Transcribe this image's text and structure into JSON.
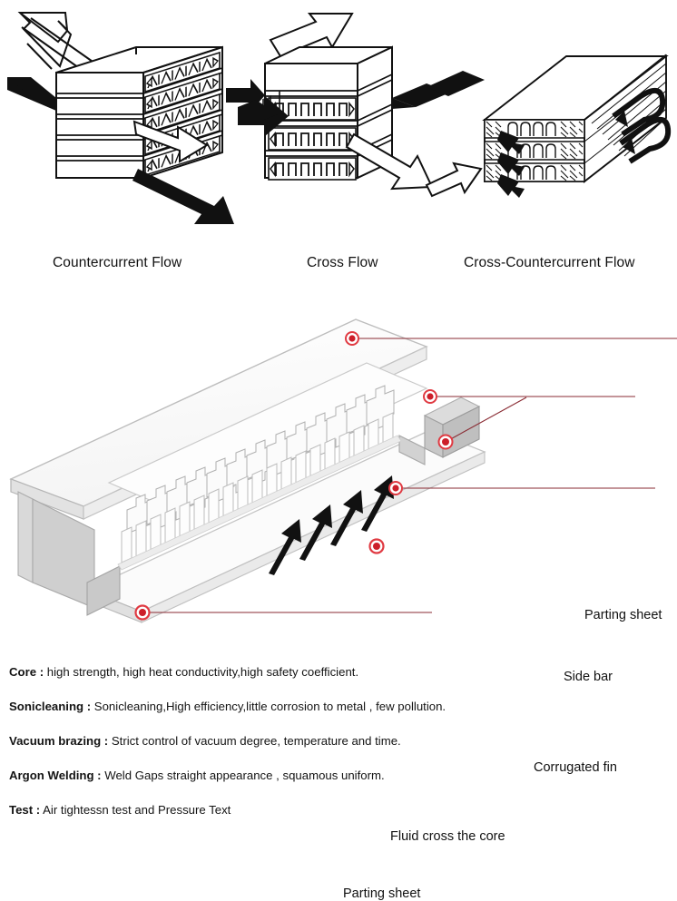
{
  "flow_diagrams": {
    "captions": [
      {
        "id": "countercurrent",
        "label": "Countercurrent Flow"
      },
      {
        "id": "cross",
        "label": "Cross Flow"
      },
      {
        "id": "cross-countercurrent",
        "label": "Cross-Countercurrent Flow"
      }
    ]
  },
  "core_diagram": {
    "callouts": [
      {
        "id": "parting-sheet-top",
        "label": "Parting sheet"
      },
      {
        "id": "side-bar",
        "label": "Side bar"
      },
      {
        "id": "corrugated-fin",
        "label": "Corrugated fin"
      },
      {
        "id": "fluid-cross-core",
        "label": "Fluid cross the core"
      },
      {
        "id": "parting-sheet-bottom",
        "label": "Parting sheet"
      }
    ],
    "colors": {
      "callout_red": "#cc1f2a",
      "callout_ring": "#e03a42",
      "leader_line": "#8a2b33",
      "body_fill": "#fefefe",
      "body_shade": "#d6d6d6",
      "body_edge": "#9a9a9a"
    }
  },
  "specs": [
    {
      "key": "Core :",
      "value": "high strength, high heat conductivity,high safety coefficient."
    },
    {
      "key": "Sonicleaning :",
      "value": "Sonicleaning,High efficiency,little corrosion to metal , few pollution."
    },
    {
      "key": "Vacuum brazing :",
      "value": "Strict control of vacuum degree, temperature and time."
    },
    {
      "key": "Argon Welding :",
      "value": "Weld Gaps straight appearance , squamous uniform."
    },
    {
      "key": "Test :",
      "value": "Air tightessn test and Pressure Text"
    }
  ]
}
